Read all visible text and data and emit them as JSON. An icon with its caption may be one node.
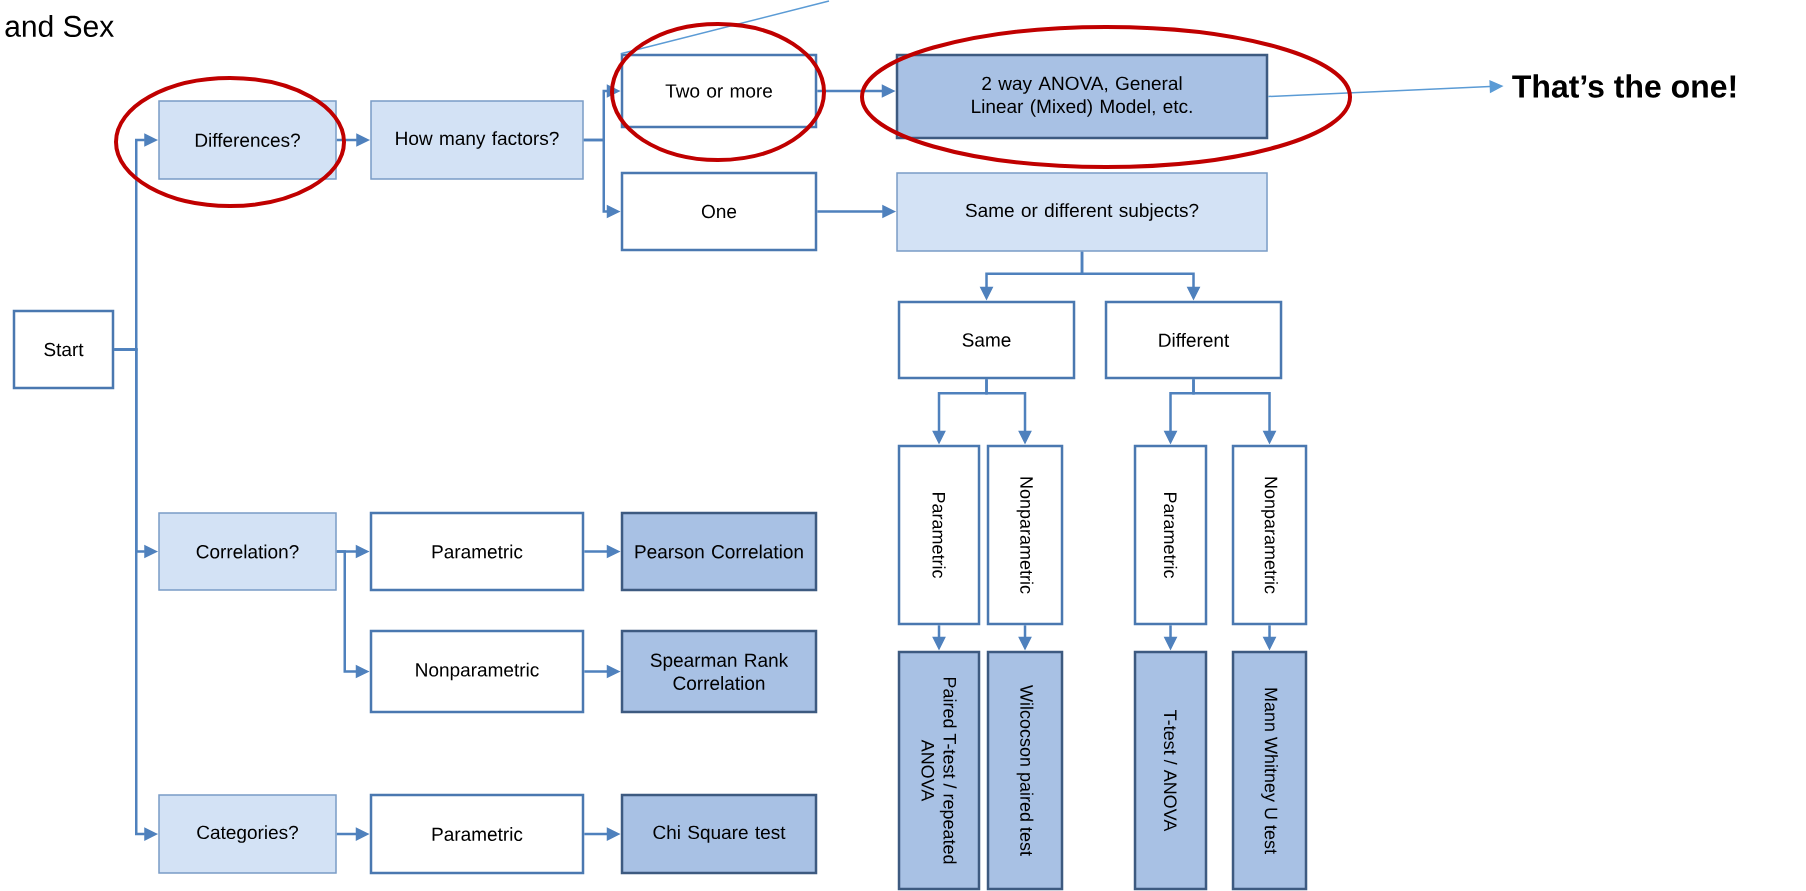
{
  "diagram": {
    "nodes": [
      {
        "text": [
          "Start"
        ]
      },
      {
        "text": [
          "Differences?"
        ]
      },
      {
        "text": [
          "How many factors?"
        ]
      },
      {
        "text": [
          "Two or more"
        ]
      },
      {
        "text": [
          "2 way ANOVA, General Linear (Mixed) Model, etc."
        ]
      },
      {
        "text": [
          "One"
        ]
      },
      {
        "text": [
          "Same or different subjects?"
        ]
      },
      {
        "text": [
          "Same"
        ]
      },
      {
        "text": [
          "Different"
        ]
      },
      {
        "text": [
          "Parametric"
        ]
      },
      {
        "text": [
          "Nonparametric"
        ]
      },
      {
        "text": [
          "Parametric"
        ]
      },
      {
        "text": [
          "Nonparametric"
        ]
      },
      {
        "text": [
          "Paired T-test / repeated ANOVA"
        ]
      },
      {
        "text": [
          "Wilcocson paired test"
        ]
      },
      {
        "text": [
          "T-test / ANOVA"
        ]
      },
      {
        "text": [
          "Mann Whitney U test"
        ]
      },
      {
        "text": [
          "Correlation?"
        ]
      },
      {
        "text": [
          "Parametric"
        ]
      },
      {
        "text": [
          "Pearson Correlation"
        ]
      },
      {
        "text": [
          "Nonparametric"
        ]
      },
      {
        "text": [
          "Spearman Rank Correlation"
        ]
      },
      {
        "text": [
          "Categories?"
        ]
      },
      {
        "text": [
          "Parametric"
        ]
      },
      {
        "text": [
          "Chi Square test"
        ]
      },
      {
        "text": [
          "That’s the one!"
        ]
      }
    ],
    "edges": [
      {
        "from": 0,
        "to": 1,
        "arrow": "to"
      },
      {
        "from": 0,
        "to": 17,
        "arrow": "to"
      },
      {
        "from": 0,
        "to": 22,
        "arrow": "to"
      },
      {
        "from": 1,
        "to": 2,
        "arrow": "to"
      },
      {
        "from": 2,
        "to": 3,
        "arrow": "to"
      },
      {
        "from": 2,
        "to": 5,
        "arrow": "to"
      },
      {
        "from": 3,
        "to": 4,
        "arrow": "to"
      },
      {
        "from": 5,
        "to": 6,
        "arrow": "to"
      },
      {
        "from": 6,
        "to": 7,
        "arrow": "to"
      },
      {
        "from": 6,
        "to": 8,
        "arrow": "to"
      },
      {
        "from": 7,
        "to": 9,
        "arrow": "to"
      },
      {
        "from": 7,
        "to": 10,
        "arrow": "to"
      },
      {
        "from": 8,
        "to": 11,
        "arrow": "to"
      },
      {
        "from": 8,
        "to": 12,
        "arrow": "to"
      },
      {
        "from": 9,
        "to": 13,
        "arrow": "to"
      },
      {
        "from": 10,
        "to": 14,
        "arrow": "to"
      },
      {
        "from": 11,
        "to": 15,
        "arrow": "to"
      },
      {
        "from": 12,
        "to": 16,
        "arrow": "to"
      },
      {
        "from": 17,
        "to": 18,
        "arrow": "to"
      },
      {
        "from": 17,
        "to": 20,
        "arrow": "to"
      },
      {
        "from": 18,
        "to": 19,
        "arrow": "to"
      },
      {
        "from": 20,
        "to": 21,
        "arrow": "to"
      },
      {
        "from": 22,
        "to": 23,
        "arrow": "to"
      },
      {
        "from": 23,
        "to": 24,
        "arrow": "to"
      },
      {
        "from": 4,
        "to": 25,
        "arrow": "to",
        "color": "#5b9bd5"
      },
      {
        "from": null,
        "to": 3,
        "arrow": "none",
        "color": "#5b9bd5"
      }
    ],
    "labels": [
      "and Sex"
    ]
  }
}
